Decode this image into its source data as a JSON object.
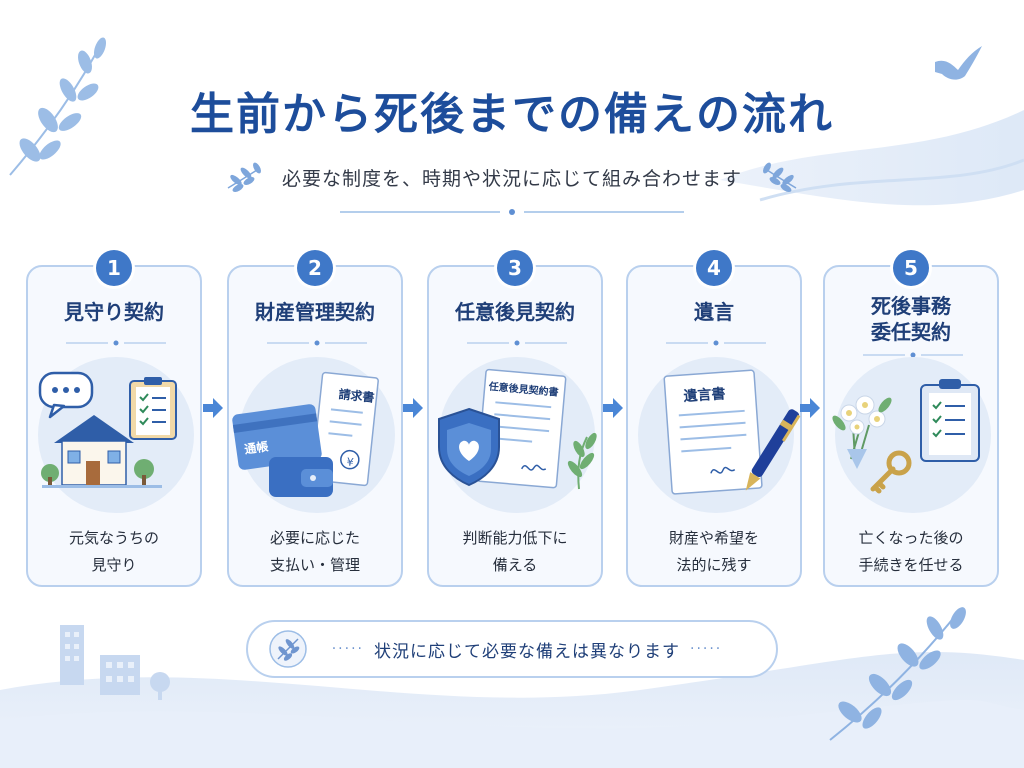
{
  "header": {
    "title": "生前から死後までの備えの流れ",
    "subtitle": "必要な制度を、時期や状況に応じて組み合わせます"
  },
  "steps": [
    {
      "number": "1",
      "title": "見守り契約",
      "desc_line1": "元気なうちの",
      "desc_line2": "見守り"
    },
    {
      "number": "2",
      "title": "財産管理契約",
      "desc_line1": "必要に応じた",
      "desc_line2": "支払い・管理",
      "doc_label": "請求書",
      "book_label": "通帳",
      "yen": "¥"
    },
    {
      "number": "3",
      "title": "任意後見契約",
      "desc_line1": "判断能力低下に",
      "desc_line2": "備える",
      "doc_label": "任意後見契約書"
    },
    {
      "number": "4",
      "title": "遺言",
      "desc_line1": "財産や希望を",
      "desc_line2": "法的に残す",
      "doc_label": "遺言書"
    },
    {
      "number": "5",
      "title_line1": "死後事務",
      "title_line2": "委任契約",
      "desc_line1": "亡くなった後の",
      "desc_line2": "手続きを任せる"
    }
  ],
  "footer_note": {
    "dots_left": "·····",
    "text": "状況に応じて必要な備えは異なります",
    "dots_right": "·····"
  },
  "colors": {
    "accent": "#3f78c8",
    "title": "#1d4d9b",
    "card_border": "#b9d0ee",
    "card_bg": "#f6f9fe"
  }
}
